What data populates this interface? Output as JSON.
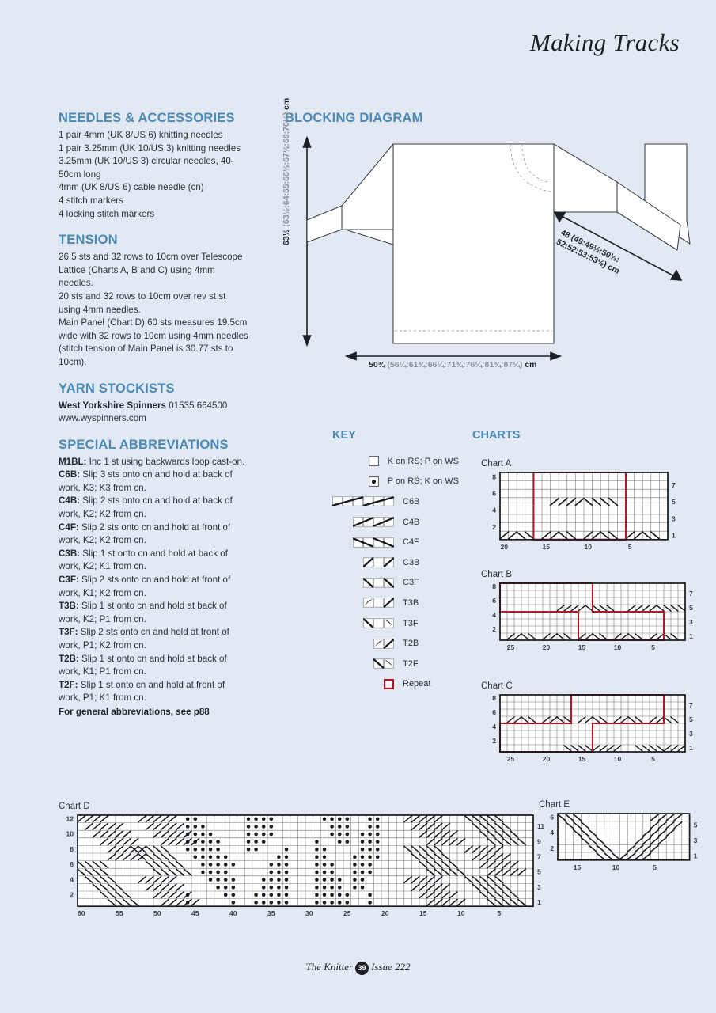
{
  "header": {
    "title": "Making Tracks"
  },
  "footer": {
    "magazine": "The Knitter",
    "page": "39",
    "issue": "Issue 222"
  },
  "colors": {
    "accent": "#4a8ab5",
    "background": "#e3e9f2",
    "repeat": "#b01727",
    "ink": "#2b3138"
  },
  "needles": {
    "heading": "NEEDLES & ACCESSORIES",
    "lines": [
      "1 pair 4mm (UK 8/US 6) knitting needles",
      "1 pair 3.25mm (UK 10/US 3) knitting needles",
      "3.25mm (UK 10/US 3) circular needles, 40-50cm long",
      "4mm (UK 8/US 6) cable needle (cn)",
      "4 stitch markers",
      "4 locking stitch markers"
    ]
  },
  "tension": {
    "heading": "TENSION",
    "lines": [
      "26.5 sts and 32 rows to 10cm over Telescope Lattice (Charts A, B and C) using 4mm needles.",
      "20 sts and 32 rows to 10cm over rev st st using 4mm needles.",
      "Main Panel (Chart D) 60 sts measures 19.5cm wide with 32 rows to 10cm using 4mm needles (stitch tension of Main Panel is 30.77 sts to 10cm)."
    ]
  },
  "stockists": {
    "heading": "YARN STOCKISTS",
    "name": "West Yorkshire Spinners",
    "phone": "01535 664500",
    "web": "www.wyspinners.com"
  },
  "abbreviations": {
    "heading": "SPECIAL ABBREVIATIONS",
    "items": [
      {
        "term": "M1BL:",
        "def": "Inc 1 st using backwards loop cast-on."
      },
      {
        "term": "C6B:",
        "def": "Slip 3 sts onto cn and hold at back of work, K3; K3 from cn."
      },
      {
        "term": "C4B:",
        "def": "Slip 2 sts onto cn and hold at back of work, K2; K2 from cn."
      },
      {
        "term": "C4F:",
        "def": "Slip 2 sts onto cn and hold at front of work, K2; K2 from cn."
      },
      {
        "term": "C3B:",
        "def": "Slip 1 st onto cn and hold at back of work, K2; K1 from cn."
      },
      {
        "term": "C3F:",
        "def": "Slip 2 sts onto cn and hold at front of work, K1; K2 from cn."
      },
      {
        "term": "T3B:",
        "def": "Slip 1 st onto cn and hold at back of work, K2; P1 from cn."
      },
      {
        "term": "T3F:",
        "def": "Slip 2 sts onto cn and hold at front of work, P1; K2 from cn."
      },
      {
        "term": "T2B:",
        "def": "Slip 1 st onto cn and hold at back of work, K1; P1 from cn."
      },
      {
        "term": "T2F:",
        "def": "Slip 1 st onto cn and hold at front of work, P1; K1 from cn."
      }
    ],
    "footnote": "For general abbreviations, see p88"
  },
  "blocking": {
    "heading": "BLOCKING DIAGRAM",
    "height_main": "63½",
    "height_alt": "(63½:64:65:66½:67½:69:70½)",
    "height_unit": "cm",
    "width_main": "50¾",
    "width_alt": "(56¼:61¾:66¼:71¾:76¼:81¾:87¼)",
    "width_unit": "cm",
    "sleeve_line1": "48 (49:49½:50½:",
    "sleeve_line2": "52:52:53:53½) cm"
  },
  "key": {
    "heading": "KEY",
    "items": [
      {
        "sym": "knit-symbol",
        "label": "K on RS; P on WS"
      },
      {
        "sym": "purl-symbol",
        "label": "P on RS; K on WS"
      },
      {
        "sym": "c6b-symbol",
        "label": "C6B"
      },
      {
        "sym": "c4b-symbol",
        "label": "C4B"
      },
      {
        "sym": "c4f-symbol",
        "label": "C4F"
      },
      {
        "sym": "c3b-symbol",
        "label": "C3B"
      },
      {
        "sym": "c3f-symbol",
        "label": "C3F"
      },
      {
        "sym": "t3b-symbol",
        "label": "T3B"
      },
      {
        "sym": "t3f-symbol",
        "label": "T3F"
      },
      {
        "sym": "t2b-symbol",
        "label": "T2B"
      },
      {
        "sym": "t2f-symbol",
        "label": "T2F"
      },
      {
        "sym": "repeat-symbol",
        "label": "Repeat"
      }
    ]
  },
  "charts_heading": "CHARTS",
  "chart_data": [
    {
      "type": "table",
      "title": "Chart A",
      "cols": 20,
      "rows": 8,
      "left_labels": [
        "2",
        "4",
        "6",
        "8"
      ],
      "right_labels": [
        "1",
        "3",
        "5",
        "7"
      ],
      "x_ticks": [
        20,
        15,
        10,
        5
      ],
      "repeat": {
        "x0": 4,
        "x1": 15,
        "y0": 0,
        "y1": 8
      },
      "stitches": [
        {
          "row": 1,
          "col": 19,
          "sym": "C3F"
        },
        {
          "row": 1,
          "col": 18,
          "sym": "C3F"
        },
        {
          "row": 1,
          "col": 17,
          "sym": "C3B"
        },
        {
          "row": 1,
          "col": 16,
          "sym": "C3B"
        },
        {
          "row": 1,
          "col": 14,
          "sym": "C3F"
        },
        {
          "row": 1,
          "col": 13,
          "sym": "C3F"
        },
        {
          "row": 1,
          "col": 12,
          "sym": "C3B"
        },
        {
          "row": 1,
          "col": 11,
          "sym": "C3B"
        },
        {
          "row": 1,
          "col": 9,
          "sym": "C3F"
        },
        {
          "row": 1,
          "col": 8,
          "sym": "C3F"
        },
        {
          "row": 1,
          "col": 7,
          "sym": "C3B"
        },
        {
          "row": 1,
          "col": 6,
          "sym": "C3B"
        },
        {
          "row": 1,
          "col": 4,
          "sym": "C3F"
        },
        {
          "row": 1,
          "col": 3,
          "sym": "C3F"
        },
        {
          "row": 1,
          "col": 2,
          "sym": "C3B"
        },
        {
          "row": 1,
          "col": 1,
          "sym": "C3B"
        },
        {
          "row": 5,
          "col": 14,
          "sym": "C3B"
        },
        {
          "row": 5,
          "col": 13,
          "sym": "C3B"
        },
        {
          "row": 5,
          "col": 12,
          "sym": "C3B"
        },
        {
          "row": 5,
          "col": 11,
          "sym": "C3B"
        },
        {
          "row": 5,
          "col": 10,
          "sym": "C3F"
        },
        {
          "row": 5,
          "col": 9,
          "sym": "C3F"
        },
        {
          "row": 5,
          "col": 8,
          "sym": "C3F"
        },
        {
          "row": 5,
          "col": 7,
          "sym": "C3F"
        }
      ]
    },
    {
      "type": "table",
      "title": "Chart B",
      "cols": 26,
      "rows": 8,
      "left_labels": [
        "2",
        "4",
        "6",
        "8"
      ],
      "right_labels": [
        "1",
        "3",
        "5",
        "7"
      ],
      "x_ticks": [
        25,
        20,
        15,
        10,
        5
      ],
      "repeat_path": "L-shaped",
      "notes": "Repeat outline runs upper-left block (cols 26-13, rows 5-8) stepping down to lower-right block (cols 15-3, rows 1-4)"
    },
    {
      "type": "table",
      "title": "Chart C",
      "cols": 26,
      "rows": 8,
      "left_labels": [
        "2",
        "4",
        "6",
        "8"
      ],
      "right_labels": [
        "1",
        "3",
        "5",
        "7"
      ],
      "x_ticks": [
        25,
        20,
        15,
        10,
        5
      ],
      "repeat_path": "L-shaped",
      "notes": "Repeat outline upper-right block (cols 16-3, rows 5-8) stepping down-left to lower block (cols 26-13, rows 1-4)"
    },
    {
      "type": "table",
      "title": "Chart D",
      "cols": 60,
      "rows": 12,
      "left_labels": [
        "2",
        "4",
        "6",
        "8",
        "10",
        "12"
      ],
      "right_labels": [
        "1",
        "3",
        "5",
        "7",
        "9",
        "11"
      ],
      "x_ticks": [
        60,
        55,
        50,
        45,
        40,
        35,
        30,
        25,
        20,
        15,
        10,
        5
      ]
    },
    {
      "type": "table",
      "title": "Chart E",
      "cols": 17,
      "rows": 6,
      "left_labels": [
        "2",
        "4",
        "6"
      ],
      "right_labels": [
        "1",
        "3",
        "5"
      ],
      "x_ticks": [
        15,
        10,
        5
      ]
    }
  ]
}
